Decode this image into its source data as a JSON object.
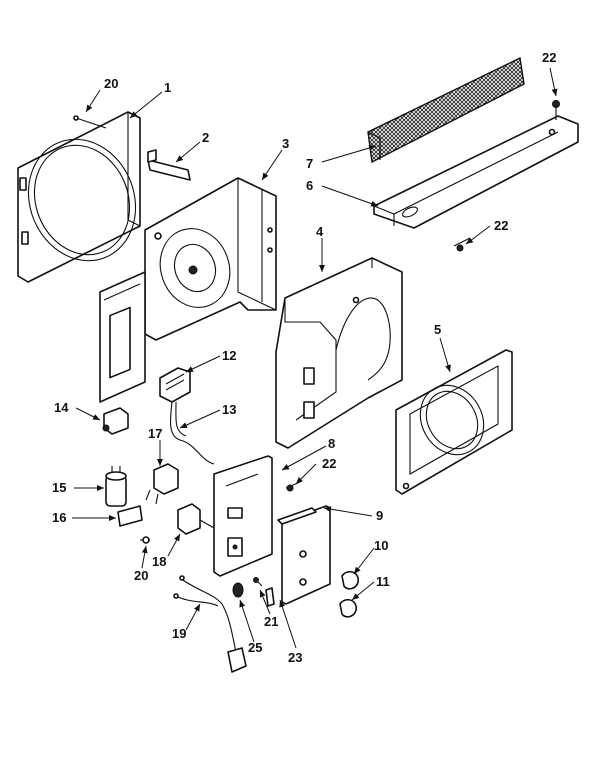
{
  "diagram": {
    "callouts": [
      {
        "id": "c20a",
        "label": "20"
      },
      {
        "id": "c1",
        "label": "1"
      },
      {
        "id": "c2",
        "label": "2"
      },
      {
        "id": "c3",
        "label": "3"
      },
      {
        "id": "c4",
        "label": "4"
      },
      {
        "id": "c5",
        "label": "5"
      },
      {
        "id": "c6",
        "label": "6"
      },
      {
        "id": "c7",
        "label": "7"
      },
      {
        "id": "c8",
        "label": "8"
      },
      {
        "id": "c9",
        "label": "9"
      },
      {
        "id": "c10",
        "label": "10"
      },
      {
        "id": "c11",
        "label": "11"
      },
      {
        "id": "c12",
        "label": "12"
      },
      {
        "id": "c13",
        "label": "13"
      },
      {
        "id": "c14",
        "label": "14"
      },
      {
        "id": "c15",
        "label": "15"
      },
      {
        "id": "c16",
        "label": "16"
      },
      {
        "id": "c17",
        "label": "17"
      },
      {
        "id": "c18",
        "label": "18"
      },
      {
        "id": "c19",
        "label": "19"
      },
      {
        "id": "c20b",
        "label": "20"
      },
      {
        "id": "c21",
        "label": "21"
      },
      {
        "id": "c22a",
        "label": "22"
      },
      {
        "id": "c22b",
        "label": "22"
      },
      {
        "id": "c22c",
        "label": "22"
      },
      {
        "id": "c23",
        "label": "23"
      },
      {
        "id": "c25",
        "label": "25"
      }
    ]
  }
}
